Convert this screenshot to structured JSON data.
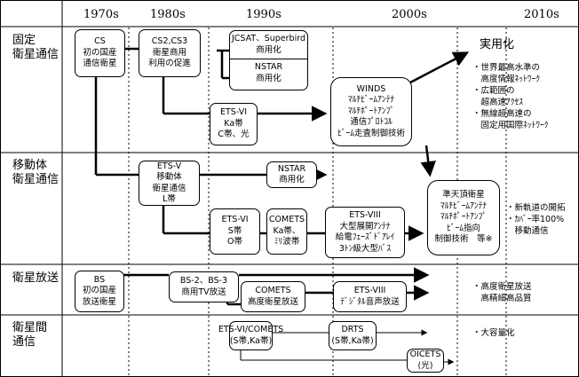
{
  "eras": [
    "1970s",
    "1980s",
    "1990s",
    "2000s",
    "2010s"
  ],
  "categories": [
    {
      "line1": "固定",
      "line2": "衛星通信"
    },
    {
      "line1": "移動体",
      "line2": "衛星通信"
    },
    {
      "line1": "衛星放送",
      "line2": ""
    },
    {
      "line1": "衛星間",
      "line2": "通信"
    }
  ],
  "boxes": {
    "cs": [
      "CS",
      "初の国産",
      "通信衛星"
    ],
    "cs2cs3": [
      "CS2,CS3",
      "衛星商用",
      "利用の促進"
    ],
    "jcsat": [
      "JCSAT、Superbird",
      "商用化"
    ],
    "nstar1": [
      "NSTAR",
      "商用化"
    ],
    "etsvi_1": [
      "ETS-VI",
      "Ka帯",
      "C帯、光"
    ],
    "winds": [
      "WINDS",
      "ﾏﾙﾁﾋﾞｰﾑｱﾝﾃﾅ",
      "ﾏﾙﾁﾎﾟｰﾄｱﾝﾌﾟ",
      "通信ﾌﾟﾛﾄｺﾙ",
      "ﾋﾞｰﾑ走査制御技術"
    ],
    "etsv": [
      "ETS-V",
      "移動体",
      "衛星通信",
      "L帯"
    ],
    "nstar2": [
      "NSTAR",
      "商用化"
    ],
    "etsvi_2": [
      "ETS-VI",
      "S帯",
      "O帯"
    ],
    "comets_1": [
      "COMETS",
      "Ka帯、",
      "ﾐﾘ波帯"
    ],
    "etsviii_1": [
      "ETS-VIII",
      "大型展開ｱﾝﾃﾅ",
      "給電ﾌｪｰｽﾞﾄﾞｱﾚｲ",
      "3ﾄﾝ級大型ﾊﾞｽ"
    ],
    "qzs": [
      "準天頂衛星",
      "ﾏﾙﾁﾋﾞｰﾑｱﾝﾃﾅ",
      "ﾏﾙﾁﾎﾟｰﾄｱﾝﾌﾟ",
      "ﾋﾞｰﾑ指向",
      "制御技術　等※"
    ],
    "bs": [
      "BS",
      "初の国産",
      "放送衛星"
    ],
    "bs2bs3": [
      "BS-2、BS-3",
      "商用TV放送"
    ],
    "comets_2": [
      "COMETS",
      "高度衛星放送"
    ],
    "etsviii_2": [
      "ETS-VIII",
      "ﾃﾞｼﾞﾀﾙ音声放送"
    ],
    "etsvi_comets": [
      "ETS-VI/COMETS",
      "(S帯,Ka帯)"
    ],
    "drts": [
      "DRTS",
      "(S帯,Ka帯)"
    ],
    "oicets": [
      "OICETS",
      "(光)"
    ]
  },
  "practical_use": "実用化",
  "notes": {
    "fixed": [
      "・世界最高水準の",
      "　高度情報ﾈｯﾄﾜｰｸ",
      "・広範囲の",
      "　超高速ｱｸｾｽ",
      "・無線超高速の",
      "　固定用国際ﾈｯﾄﾜｰｸ"
    ],
    "mobile": [
      "・新軌道の開拓",
      "・ｶﾊﾞｰ率100%",
      "　移動通信"
    ],
    "broadcast": [
      "・高度衛星放送",
      "　高精細高品質"
    ],
    "intersat": [
      "・大容量化"
    ]
  }
}
